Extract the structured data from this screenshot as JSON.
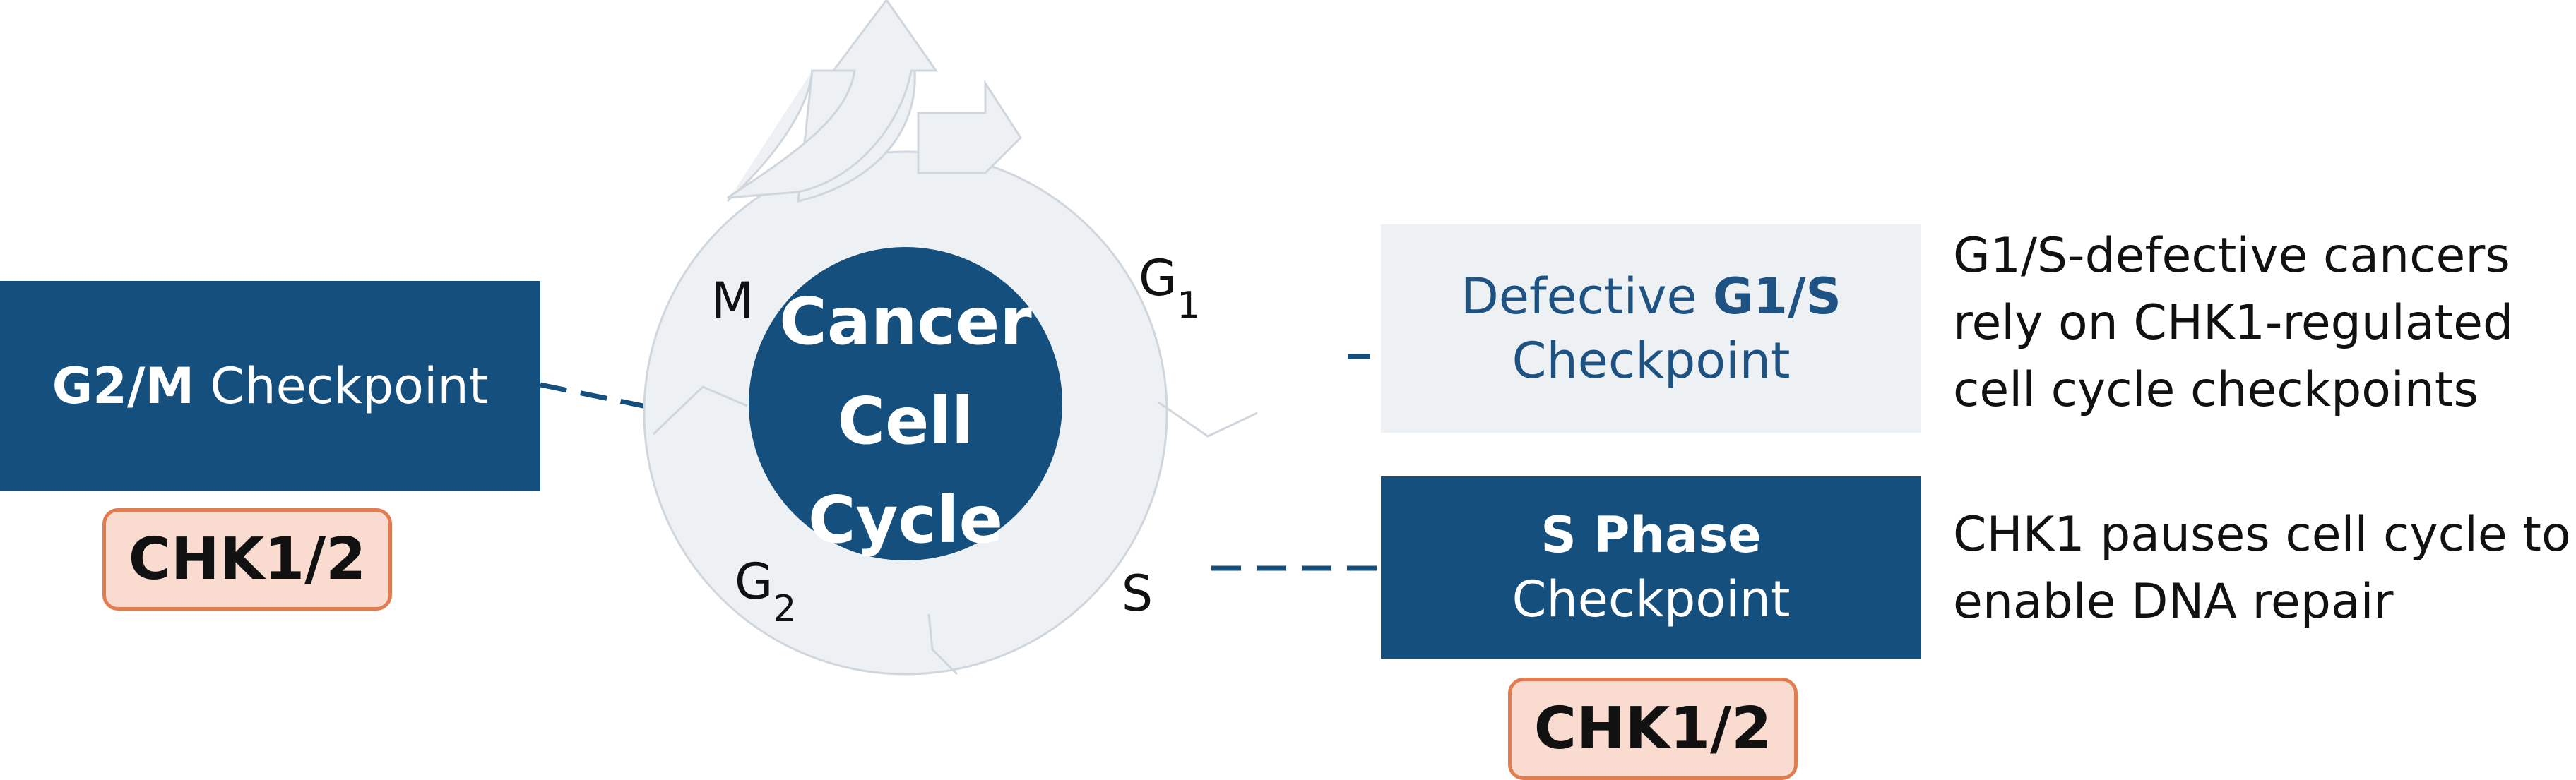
{
  "cycle": {
    "center_lines": [
      "Cancer",
      "Cell",
      "Cycle"
    ],
    "phases": {
      "m": "M",
      "g1_letter": "G",
      "g1_sub": "1",
      "s": "S",
      "g2_letter": "G",
      "g2_sub": "2"
    }
  },
  "g2m_box": {
    "bold": "G2/M",
    "text": " Checkpoint",
    "badge": "CHK1/2"
  },
  "g1s_box": {
    "prefix": "Defective ",
    "bold": "G1/S",
    "line2": "Checkpoint"
  },
  "s_box": {
    "bold": "S Phase",
    "line2": "Checkpoint",
    "badge": "CHK1/2"
  },
  "notes": {
    "g1s": [
      "G1/S-defective cancers",
      "rely on CHK1-regulated",
      "cell cycle checkpoints"
    ],
    "s": [
      "CHK1 pauses cell cycle to",
      "enable DNA repair"
    ]
  },
  "colors": {
    "dark_blue": "#154f7e",
    "light_gray": "#eef1f4",
    "badge_fill": "#f9dccf",
    "badge_border": "#e27d52"
  }
}
